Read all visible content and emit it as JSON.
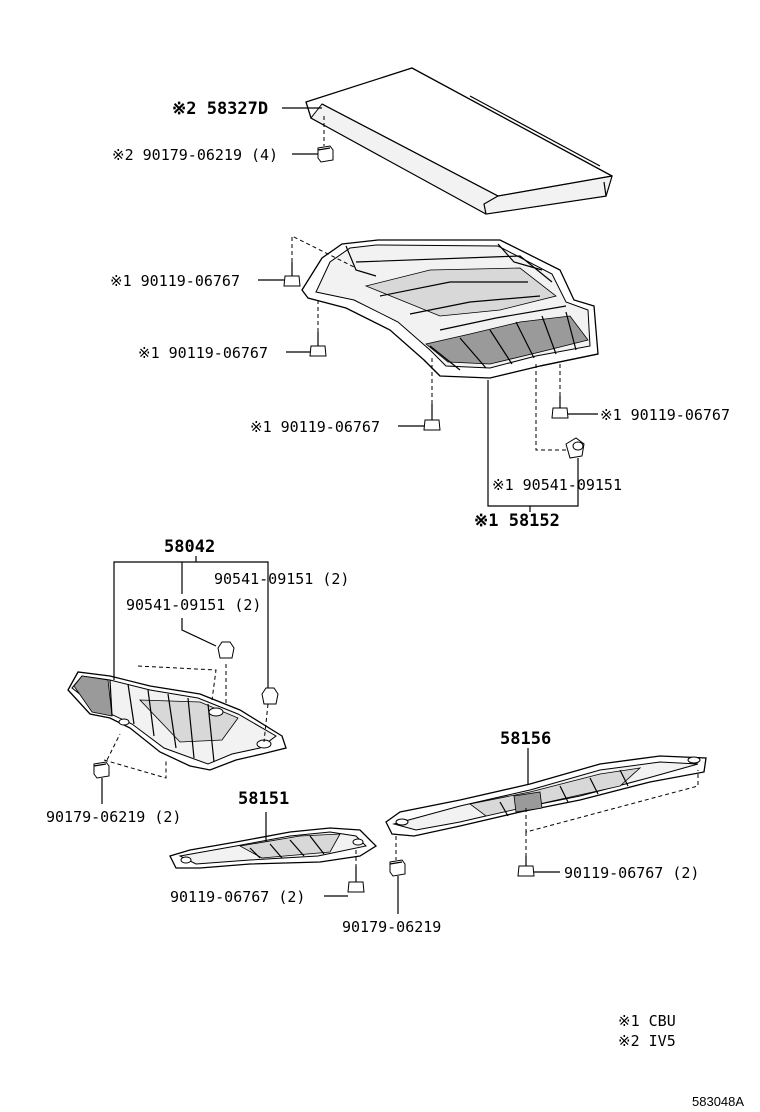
{
  "labels": {
    "l_58327D": "※2 58327D",
    "l_nut_top": "※2 90179-06219 (4)",
    "l_bolt_a": "※1 90119-06767",
    "l_bolt_b": "※1 90119-06767",
    "l_bolt_c": "※1 90119-06767",
    "l_bolt_d": "※1 90119-06767",
    "l_clip_a": "※1 90541-09151",
    "l_58152": "※1 58152",
    "l_58042": "58042",
    "l_clip_r": "90541-09151 (2)",
    "l_clip_l": "90541-09151 (2)",
    "l_nut_58042": "90179-06219 (2)",
    "l_58151": "58151",
    "l_bolt_58151": "90119-06767 (2)",
    "l_nut_mid": "90179-06219",
    "l_58156": "58156",
    "l_bolt_58156": "90119-06767 (2)"
  },
  "notes": {
    "n1": "※1 CBU",
    "n2": "※2 IV5"
  },
  "diagram_code": "583048A"
}
